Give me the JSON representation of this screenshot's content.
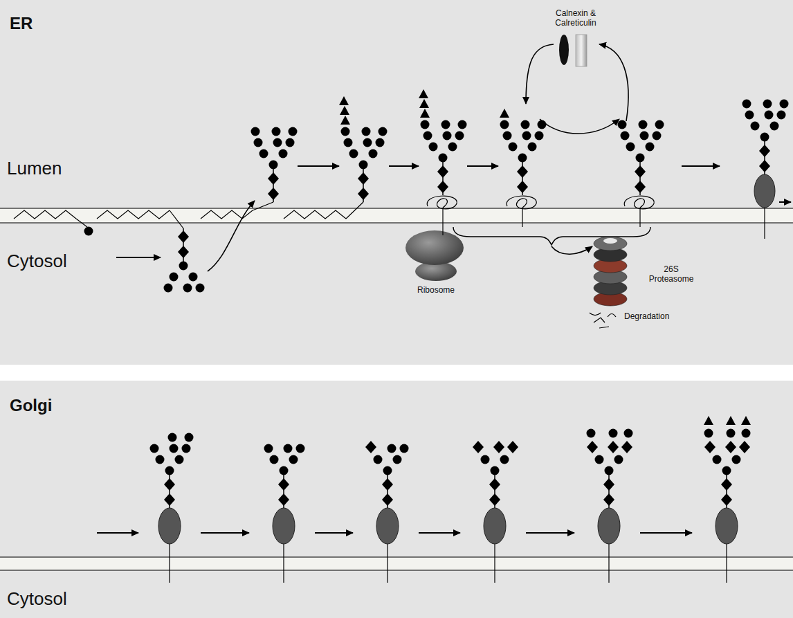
{
  "diagram": {
    "nodes": [
      {
        "text": [
          "ER",
          "Lumen",
          "Cytosol"
        ]
      },
      {
        "text": [
          "Calnexin & Calreticulin"
        ],
        "in": 0
      },
      {
        "text": [
          "Ribosome"
        ],
        "in": 0
      },
      {
        "text": [
          "26S Proteasome"
        ],
        "in": 0
      },
      {
        "text": [
          "Golgi",
          "Cytosol"
        ]
      }
    ],
    "labels": [
      "Degradation"
    ]
  }
}
